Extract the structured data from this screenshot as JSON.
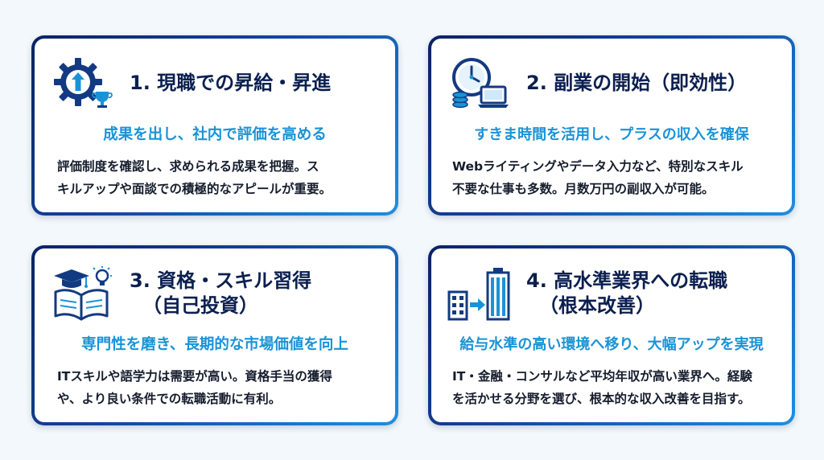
{
  "cards": [
    {
      "icon": "gear-arrow-trophy-icon",
      "title": "1. 現職での昇給・昇進",
      "subtitle": "成果を出し、社内で評価を高める",
      "body_line1": "評価制度を確認し、求められる成果を把握。ス",
      "body_line2": "キルアップや面談での積極的なアピールが重要。"
    },
    {
      "icon": "clock-coins-laptop-icon",
      "title": "2. 副業の開始（即効性）",
      "subtitle": "すきま時間を活用し、プラスの収入を確保",
      "body_line1": "Webライティングやデータ入力など、特別なスキル",
      "body_line2": "不要な仕事も多数。月数万円の副収入が可能。"
    },
    {
      "icon": "graduation-book-bulb-icon",
      "title_line1": "3. 資格・スキル習得",
      "title_line2": "（自己投資）",
      "subtitle": "専門性を磨き、長期的な市場価値を向上",
      "body_line1": "ITスキルや語学力は需要が高い。資格手当の獲得",
      "body_line2": "や、より良い条件での転職活動に有利。"
    },
    {
      "icon": "building-arrow-building-icon",
      "title_line1": "4. 高水準業界への転職",
      "title_line2": "（根本改善）",
      "subtitle": "給与水準の高い環境へ移り、大幅アップを実現",
      "body_line1": "IT・金融・コンサルなど平均年収が高い業界へ。経験",
      "body_line2": "を活かせる分野を選び、根本的な収入改善を目指す。"
    }
  ],
  "colors": {
    "navy": "#0b1f4f",
    "accent_blue": "#1a93d6",
    "border_dark": "#0a2266",
    "border_light": "#1f8fe0",
    "background": "#f3f8fc"
  }
}
